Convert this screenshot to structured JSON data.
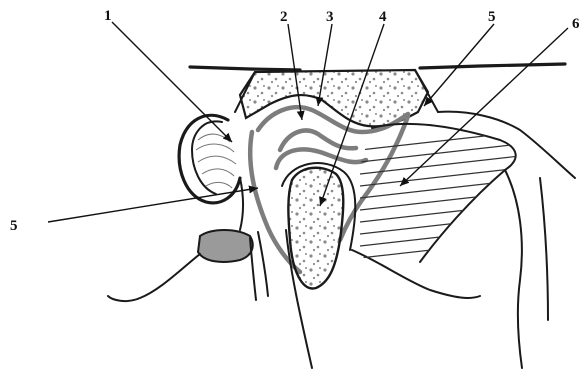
{
  "labels": [
    "1",
    "2",
    "3",
    "4",
    "5",
    "6",
    "5"
  ]
}
